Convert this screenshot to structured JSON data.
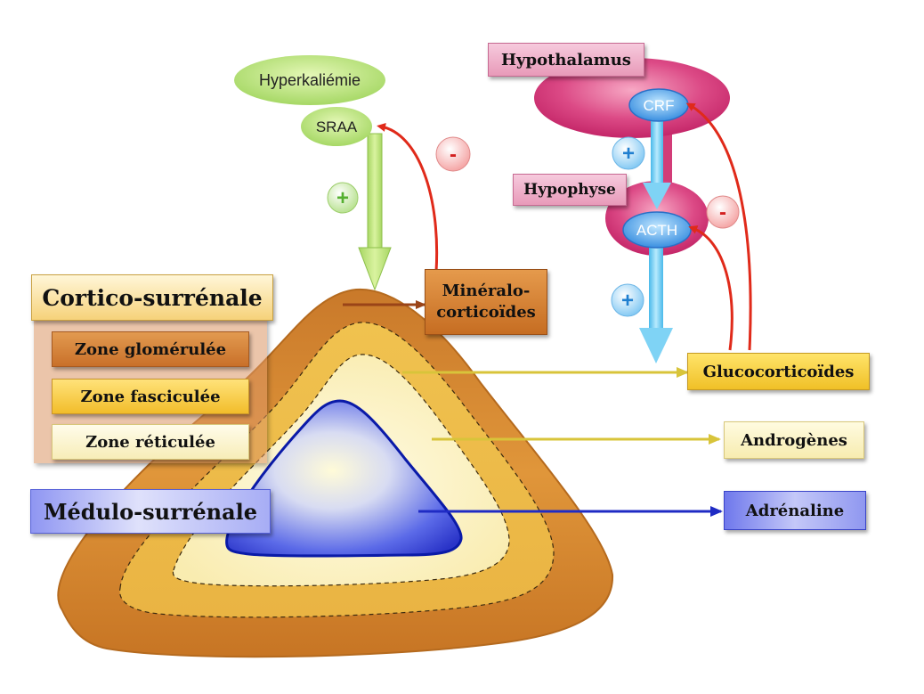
{
  "regulation": {
    "hyperkaliemie": "Hyperkaliémie",
    "sraa": "SRAA",
    "plus_sign": "+",
    "minus_sign": "-"
  },
  "axis": {
    "hypothalamus": "Hypothalamus",
    "crf": "CRF",
    "hypophyse": "Hypophyse",
    "acth": "ACTH"
  },
  "gland": {
    "cortico": "Cortico-surrénale",
    "zone_glomerulee": "Zone glomérulée",
    "zone_fasciculee": "Zone fasciculée",
    "zone_reticulee": "Zone réticulée",
    "medulo": "Médulo-surrénale"
  },
  "products": {
    "mineralo_line1": "Minéralo-",
    "mineralo_line2": "corticoïdes",
    "glucocorticoides": "Glucocorticoïdes",
    "androgenes": "Androgènes",
    "adrenaline": "Adrénaline"
  },
  "colors": {
    "glomerulee": "#d98a2e",
    "fasciculee": "#f2c84b",
    "reticulee": "#fbf2c0",
    "medulla": "#2233cc",
    "green": "#b8e07a",
    "pink": "#d8337a",
    "blue": "#5fc8ef",
    "red": "#e02a1a"
  }
}
